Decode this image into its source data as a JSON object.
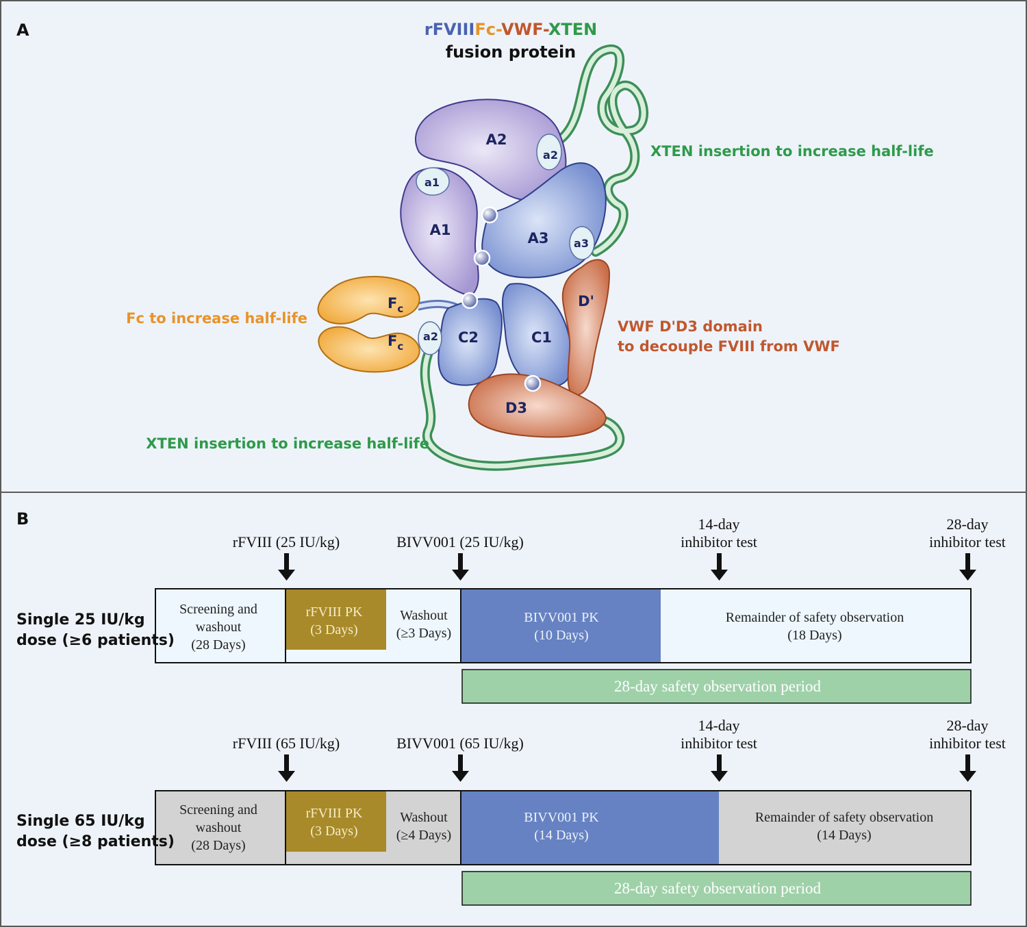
{
  "panel_a": {
    "label": "A",
    "title_part1": "rFVIII",
    "title_part2": "Fc-",
    "title_part3": "VWF-",
    "title_part4": "XTEN",
    "title_line2": "fusion protein",
    "callouts": {
      "xten_top": "XTEN insertion to increase half-life",
      "fc": "Fc to increase half-life",
      "vwf_line1": "VWF D'D3 domain",
      "vwf_line2": "to decouple FVIII from VWF",
      "xten_bottom": "XTEN insertion to increase half-life"
    },
    "domains": {
      "A1": "A1",
      "A2": "A2",
      "A3": "A3",
      "C1": "C1",
      "C2": "C2",
      "D3": "D3",
      "Dprime": "D'",
      "a1": "a1",
      "a2_top": "a2",
      "a3": "a3",
      "a2_bottom": "a2",
      "Fc": "F",
      "Fc_sub": "c"
    },
    "colors": {
      "fvIII_text": "#4a62b0",
      "fc_text": "#e8932a",
      "vwf_text": "#c0572e",
      "xten_text": "#2e9a4a",
      "A_domain": "#c8bde6",
      "C_domain": "#9fb2e0",
      "fc_domain": "#f6b653",
      "vwf_domain": "#d98a68"
    }
  },
  "panel_b": {
    "label": "B",
    "rows": [
      {
        "title_line1": "Single 25 IU/kg",
        "title_line2": "dose (≥6 patients)",
        "arrows": {
          "rfviii": "rFVIII (25 IU/kg)",
          "bivv": "BIVV001 (25 IU/kg)",
          "test14_line1": "14-day",
          "test14_line2": "inhibitor test",
          "test28_line1": "28-day",
          "test28_line2": "inhibitor test"
        },
        "screening": [
          "Screening and",
          "washout",
          "(28 Days)"
        ],
        "rfviii_pk": [
          "rFVIII PK",
          "(3 Days)"
        ],
        "washout": [
          "Washout",
          "(≥3 Days)"
        ],
        "bivv_pk": [
          "BIVV001 PK",
          "(10 Days)"
        ],
        "remainder": [
          "Remainder of safety observation",
          "(18 Days)"
        ],
        "safety": "28-day safety observation period",
        "bg": "#eef7fd"
      },
      {
        "title_line1": "Single 65 IU/kg",
        "title_line2": "dose (≥8 patients)",
        "arrows": {
          "rfviii": "rFVIII (65 IU/kg)",
          "bivv": "BIVV001 (65 IU/kg)",
          "test14_line1": "14-day",
          "test14_line2": "inhibitor test",
          "test28_line1": "28-day",
          "test28_line2": "inhibitor test"
        },
        "screening": [
          "Screening and",
          "washout",
          "(28 Days)"
        ],
        "rfviii_pk": [
          "rFVIII PK",
          "(3 Days)"
        ],
        "washout": [
          "Washout",
          "(≥4 Days)"
        ],
        "bivv_pk": [
          "BIVV001 PK",
          "(14 Days)"
        ],
        "remainder": [
          "Remainder of safety observation",
          "(14 Days)"
        ],
        "safety": "28-day safety observation period",
        "bg": "#d3d3d3"
      }
    ],
    "colors": {
      "rfviii_pk": "#a88a2a",
      "bivv_pk": "#6682c2",
      "safety": "#9fd1a9"
    }
  }
}
